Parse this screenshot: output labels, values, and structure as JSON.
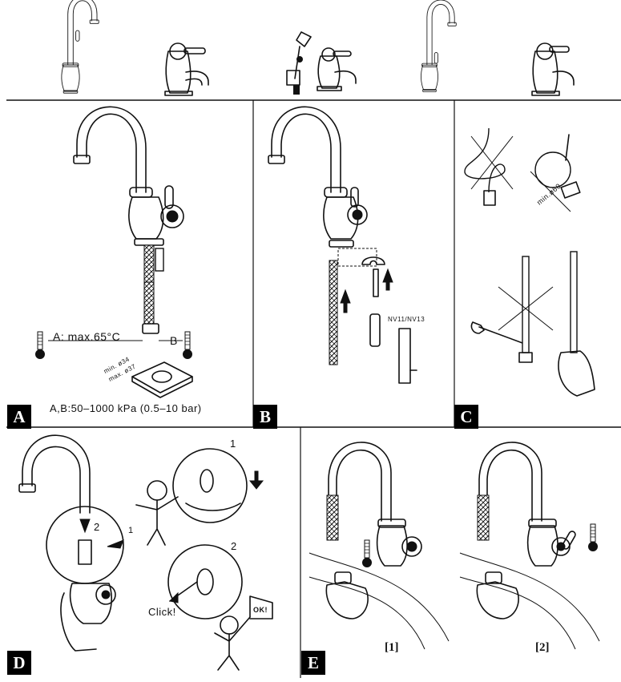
{
  "panels": {
    "A": {
      "label": "A",
      "hot_label": "A:  max.65°C",
      "cold_label": "B",
      "hole_min": "min. ø34",
      "hole_max": "max. ø37",
      "pressure_note": "A,B:50–1000  kPa  (0.5–10  bar)"
    },
    "B": {
      "label": "B",
      "tool_label": "NV11/NV13"
    },
    "C": {
      "label": "C",
      "bend_label": "min.ø60"
    },
    "D": {
      "label": "D",
      "step1": "1",
      "step2": "2",
      "detail1_num": "1",
      "detail2_num": "2",
      "click_text": "Click!",
      "flag_text": "OK!"
    },
    "E": {
      "label": "E",
      "caption1": "[1]",
      "caption2": "[2]"
    }
  },
  "icons": [
    "faucet-icon",
    "thermometer-icon",
    "arrow-icon",
    "wrench-icon",
    "hand-icon",
    "stick-figure-icon"
  ]
}
